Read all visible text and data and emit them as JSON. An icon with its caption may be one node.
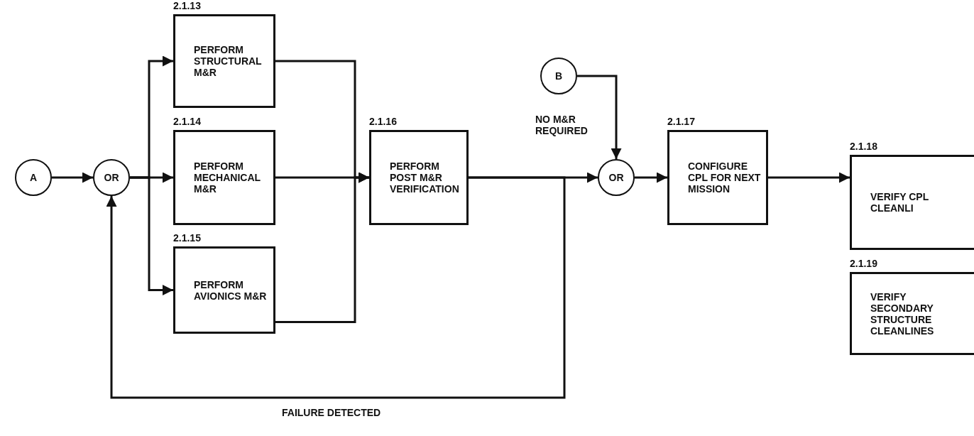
{
  "diagram": {
    "nodes": [
      {
        "text": [
          "A"
        ]
      },
      {
        "text": [
          "OR"
        ]
      },
      {
        "text": [
          "PERFORM STRUCTURAL M&R"
        ],
        "beside": [
          "2.1.13"
        ]
      },
      {
        "text": [
          "PERFORM MECHANICAL M&R"
        ],
        "beside": [
          "2.1.14"
        ]
      },
      {
        "text": [
          "PERFORM AVIONICS M&R"
        ],
        "beside": [
          "2.1.15"
        ]
      },
      {
        "text": [
          "PERFORM POST M&R VERIFICATION"
        ],
        "beside": [
          "2.1.16"
        ]
      },
      {
        "text": [
          "B"
        ]
      },
      {
        "text": [
          "OR"
        ]
      },
      {
        "text": [
          "CONFIGURE CPL FOR NEXT MISSION"
        ],
        "beside": [
          "2.1.17"
        ]
      },
      {
        "text": [
          "VERIFY CPL CLEANLI"
        ],
        "beside": [
          "2.1.18"
        ]
      },
      {
        "text": [
          "VERIFY SECONDARY STRUCTURE CLEANLINES"
        ],
        "beside": [
          "2.1.19"
        ]
      }
    ],
    "edges": [
      {
        "from": 0,
        "to": 1,
        "arrow": "to"
      },
      {
        "from": 1,
        "to": 2,
        "arrow": "to"
      },
      {
        "from": 1,
        "to": 3,
        "arrow": "to"
      },
      {
        "from": 1,
        "to": 4,
        "arrow": "to"
      },
      {
        "from": 2,
        "to": 5,
        "arrow": "to"
      },
      {
        "from": 3,
        "to": 5,
        "arrow": "to"
      },
      {
        "from": 4,
        "to": 5,
        "arrow": "to"
      },
      {
        "from": 5,
        "to": 7,
        "arrow": "to"
      },
      {
        "from": 5,
        "to": 1,
        "arrow": "to",
        "label": "FAILURE DETECTED"
      },
      {
        "from": 6,
        "to": 7,
        "arrow": "to",
        "label": "NO M&R REQUIRED"
      },
      {
        "from": 7,
        "to": 8,
        "arrow": "to"
      },
      {
        "from": 8,
        "to": 9,
        "arrow": "to"
      }
    ]
  }
}
